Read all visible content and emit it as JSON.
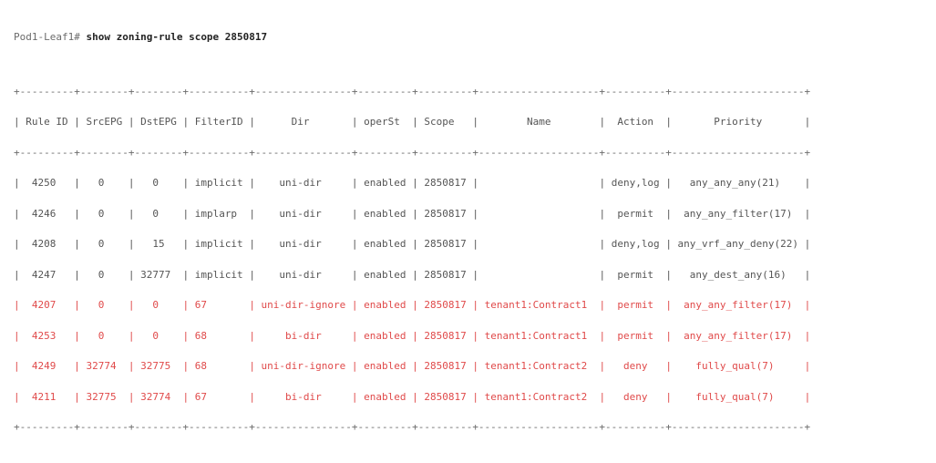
{
  "prompt": {
    "host": "Pod1-Leaf1#",
    "command": "show zoning-rule scope 2850817"
  },
  "colors": {
    "normal_text": "#555555",
    "highlight_text": "#e04a4a",
    "command_text": "#222222"
  },
  "table": {
    "columns": [
      {
        "label": "Rule ID",
        "width": 9,
        "align": "center"
      },
      {
        "label": "SrcEPG",
        "width": 8,
        "align": "center"
      },
      {
        "label": "DstEPG",
        "width": 8,
        "align": "center"
      },
      {
        "label": "FilterID",
        "width": 10,
        "align": "left"
      },
      {
        "label": "Dir",
        "width": 16,
        "align": "center"
      },
      {
        "label": "operSt",
        "width": 9,
        "align": "left"
      },
      {
        "label": "Scope",
        "width": 9,
        "align": "left"
      },
      {
        "label": "Name",
        "width": 20,
        "align": "center"
      },
      {
        "label": "Action",
        "width": 10,
        "align": "center"
      },
      {
        "label": "Priority",
        "width": 22,
        "align": "center"
      }
    ],
    "rows": [
      {
        "highlight": false,
        "cells": [
          "4250",
          "0",
          "0",
          "implicit",
          "uni-dir",
          "enabled",
          "2850817",
          "",
          "deny,log",
          "any_any_any(21)"
        ]
      },
      {
        "highlight": false,
        "cells": [
          "4246",
          "0",
          "0",
          "implarp",
          "uni-dir",
          "enabled",
          "2850817",
          "",
          "permit",
          "any_any_filter(17)"
        ]
      },
      {
        "highlight": false,
        "cells": [
          "4208",
          "0",
          "15",
          "implicit",
          "uni-dir",
          "enabled",
          "2850817",
          "",
          "deny,log",
          "any_vrf_any_deny(22)"
        ]
      },
      {
        "highlight": false,
        "cells": [
          "4247",
          "0",
          "32777",
          "implicit",
          "uni-dir",
          "enabled",
          "2850817",
          "",
          "permit",
          "any_dest_any(16)"
        ]
      },
      {
        "highlight": true,
        "cells": [
          "4207",
          "0",
          "0",
          "67",
          "uni-dir-ignore",
          "enabled",
          "2850817",
          "tenant1:Contract1",
          "permit",
          "any_any_filter(17)"
        ]
      },
      {
        "highlight": true,
        "cells": [
          "4253",
          "0",
          "0",
          "68",
          "bi-dir",
          "enabled",
          "2850817",
          "tenant1:Contract1",
          "permit",
          "any_any_filter(17)"
        ]
      },
      {
        "highlight": true,
        "cells": [
          "4249",
          "32774",
          "32775",
          "68",
          "uni-dir-ignore",
          "enabled",
          "2850817",
          "tenant1:Contract2",
          "deny",
          "fully_qual(7)"
        ]
      },
      {
        "highlight": true,
        "cells": [
          "4211",
          "32775",
          "32774",
          "67",
          "bi-dir",
          "enabled",
          "2850817",
          "tenant1:Contract2",
          "deny",
          "fully_qual(7)"
        ]
      }
    ]
  }
}
